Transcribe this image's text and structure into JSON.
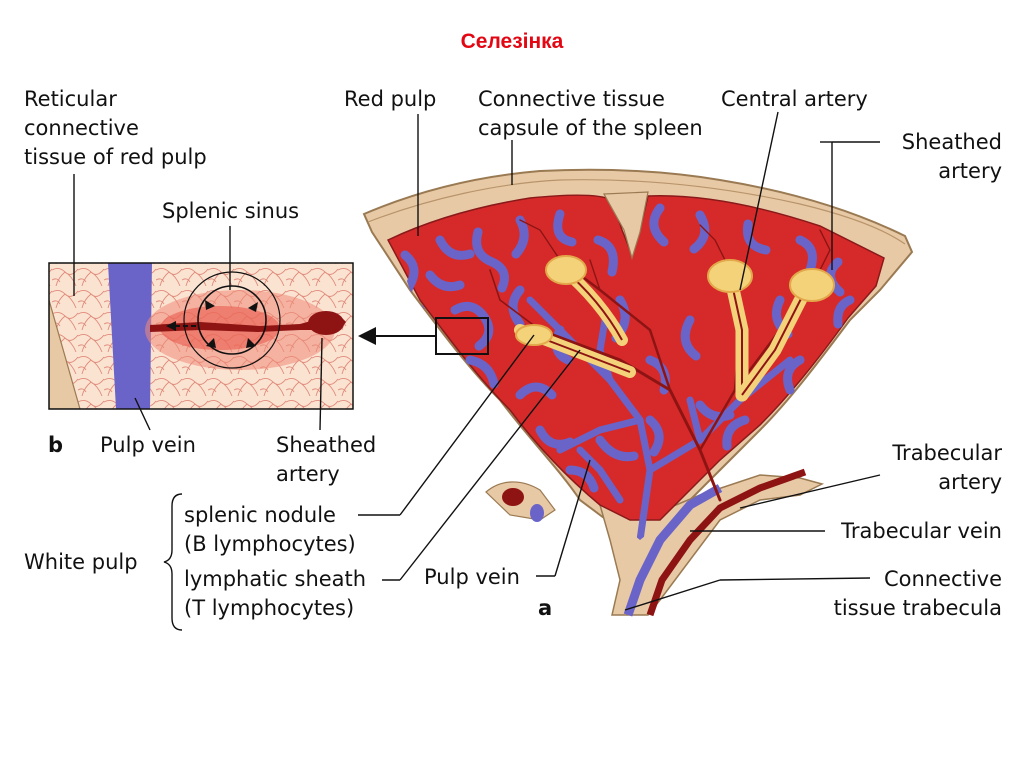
{
  "title": "Селезінка",
  "colors": {
    "title": "#e30613",
    "red_pulp": "#d62a2a",
    "vein": "#6a64c8",
    "capsule": "#e8c9a6",
    "artery": "#8e1414",
    "nodule": "#f4d27a"
  },
  "labels": {
    "reticular": [
      "Reticular",
      "connective",
      "tissue of red pulp"
    ],
    "splenic_sinus": "Splenic sinus",
    "red_pulp": "Red pulp",
    "capsule": [
      "Connective tissue",
      "capsule of the spleen"
    ],
    "central_artery": "Central artery",
    "sheathed_artery_a": [
      "Sheathed",
      "artery"
    ],
    "panel_b": "b",
    "pulp_vein_b": "Pulp vein",
    "sheathed_artery_b": [
      "Sheathed",
      "artery"
    ],
    "trabecular_artery": [
      "Trabecular",
      "artery"
    ],
    "trabecular_vein": "Trabecular vein",
    "splenic_nodule": [
      "splenic nodule",
      "(B lymphocytes)"
    ],
    "white_pulp": "White pulp",
    "lymphatic_sheath": [
      "lymphatic sheath",
      "(T lymphocytes)"
    ],
    "pulp_vein_a": "Pulp vein",
    "panel_a": "a",
    "trabecula": [
      "Connective",
      "tissue trabecula"
    ]
  }
}
